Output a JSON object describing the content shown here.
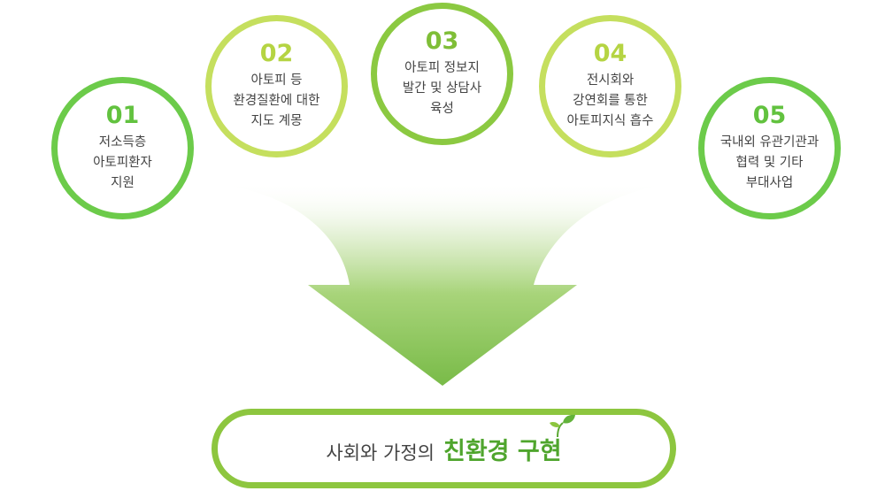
{
  "items": [
    {
      "num": "01",
      "lines": [
        "저소득층",
        "아토피환자",
        "지원"
      ]
    },
    {
      "num": "02",
      "lines": [
        "아토피 등",
        "환경질환에 대한",
        "지도 계몽"
      ]
    },
    {
      "num": "03",
      "lines": [
        "아토피 정보지",
        "발간 및 상담사",
        "육성"
      ]
    },
    {
      "num": "04",
      "lines": [
        "전시회와",
        "강연회를 통한",
        "아토피지식 흡수"
      ]
    },
    {
      "num": "05",
      "lines": [
        "국내외 유관기관과",
        "협력 및 기타",
        "부대사업"
      ]
    }
  ],
  "goal": {
    "prefix": "사회와 가정의",
    "highlight": "친환경 구현"
  },
  "colors": {
    "circle_green": "#6ccb4a",
    "circle_lime": "#c5df5e",
    "circle_mid": "#8bc941",
    "arrow": "#7dbf4e",
    "goal_border": "#8dc63f",
    "highlight_text": "#4fa52d"
  },
  "icons": {
    "goal_decoration": "sprout-icon"
  }
}
